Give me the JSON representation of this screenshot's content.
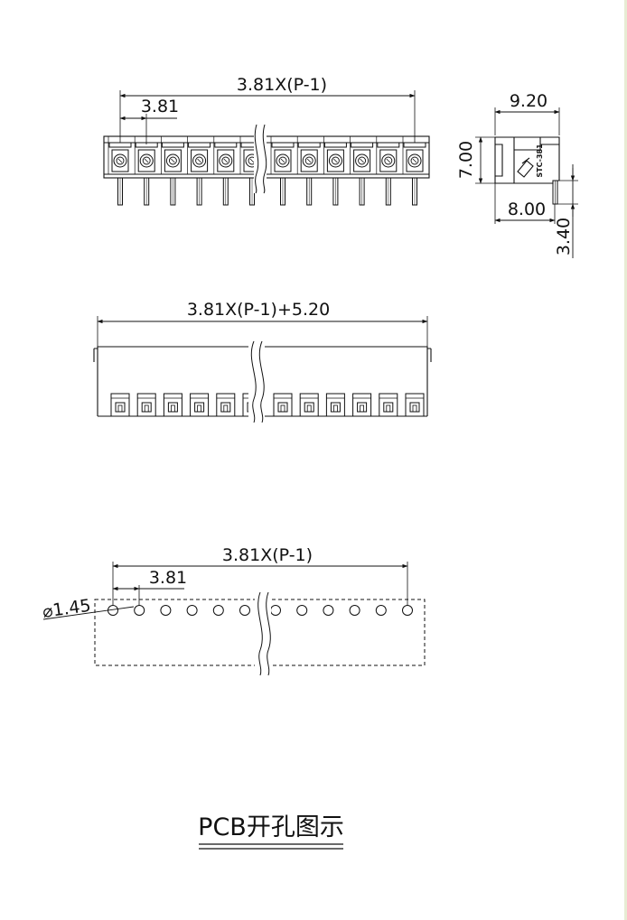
{
  "top_view": {
    "overall_dim": "3.81X(P-1)",
    "pitch_dim": "3.81"
  },
  "side_view": {
    "width_dim": "9.20",
    "height_dim": "7.00",
    "depth_dim": "8.00",
    "pin_dim": "3.40",
    "part_mark": "STC-381"
  },
  "front_view": {
    "overall_dim": "3.81X(P-1)+5.20"
  },
  "pcb_view": {
    "overall_dim": "3.81X(P-1)",
    "pitch_dim": "3.81",
    "hole_dim": "⌀1.45"
  },
  "caption": "PCB开孔图示",
  "pole_count_shown": 12,
  "line_color": "#111111"
}
